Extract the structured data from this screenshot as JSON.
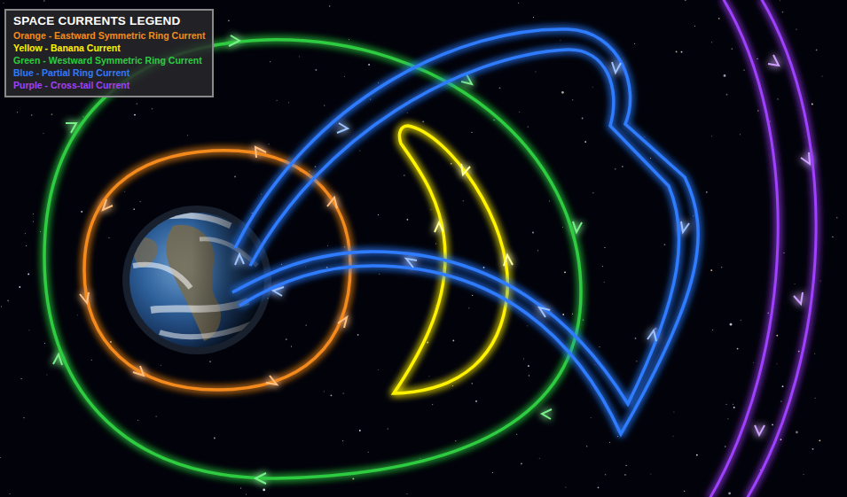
{
  "diagram": {
    "title": "SPACE CURRENTS LEGEND",
    "legend": [
      {
        "text": "Orange - Eastward Symmetric Ring Current",
        "color": "#f58a1f"
      },
      {
        "text": "Yellow - Banana Current",
        "color": "#fff200"
      },
      {
        "text": "Green - Westward Symmetric Ring Current",
        "color": "#2ecc40"
      },
      {
        "text": "Blue - Partial Ring Current",
        "color": "#2f7bff"
      },
      {
        "text": "Purple - Cross-tail Current",
        "color": "#a040ff"
      }
    ]
  }
}
